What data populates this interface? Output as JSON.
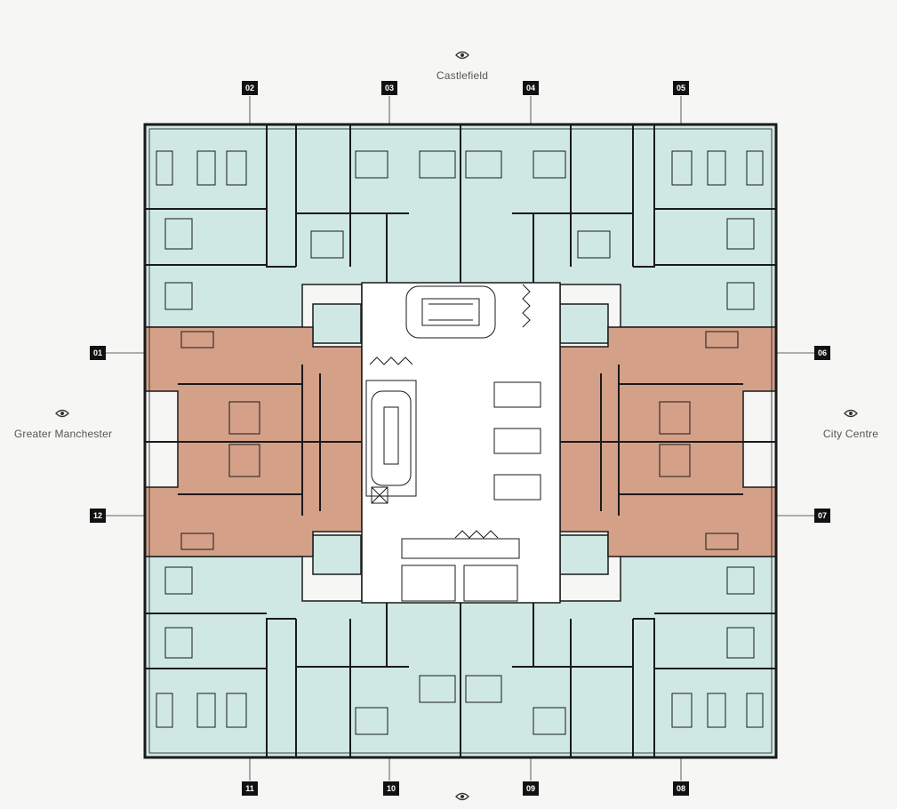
{
  "views": {
    "top": "Castlefield",
    "left": "Greater Manchester",
    "right": "City Centre",
    "bottom_icon": "eye-icon"
  },
  "units": {
    "u01": "01",
    "u02": "02",
    "u03": "03",
    "u04": "04",
    "u05": "05",
    "u06": "06",
    "u07": "07",
    "u08": "08",
    "u09": "09",
    "u10": "10",
    "u11": "11",
    "u12": "12"
  },
  "colors": {
    "apartment_teal": "#cfe8e4",
    "apartment_terracotta": "#d4a088",
    "core": "#ffffff",
    "walls": "#1a1a1a",
    "tag_bg": "#111111",
    "background": "#f6f6f5"
  }
}
